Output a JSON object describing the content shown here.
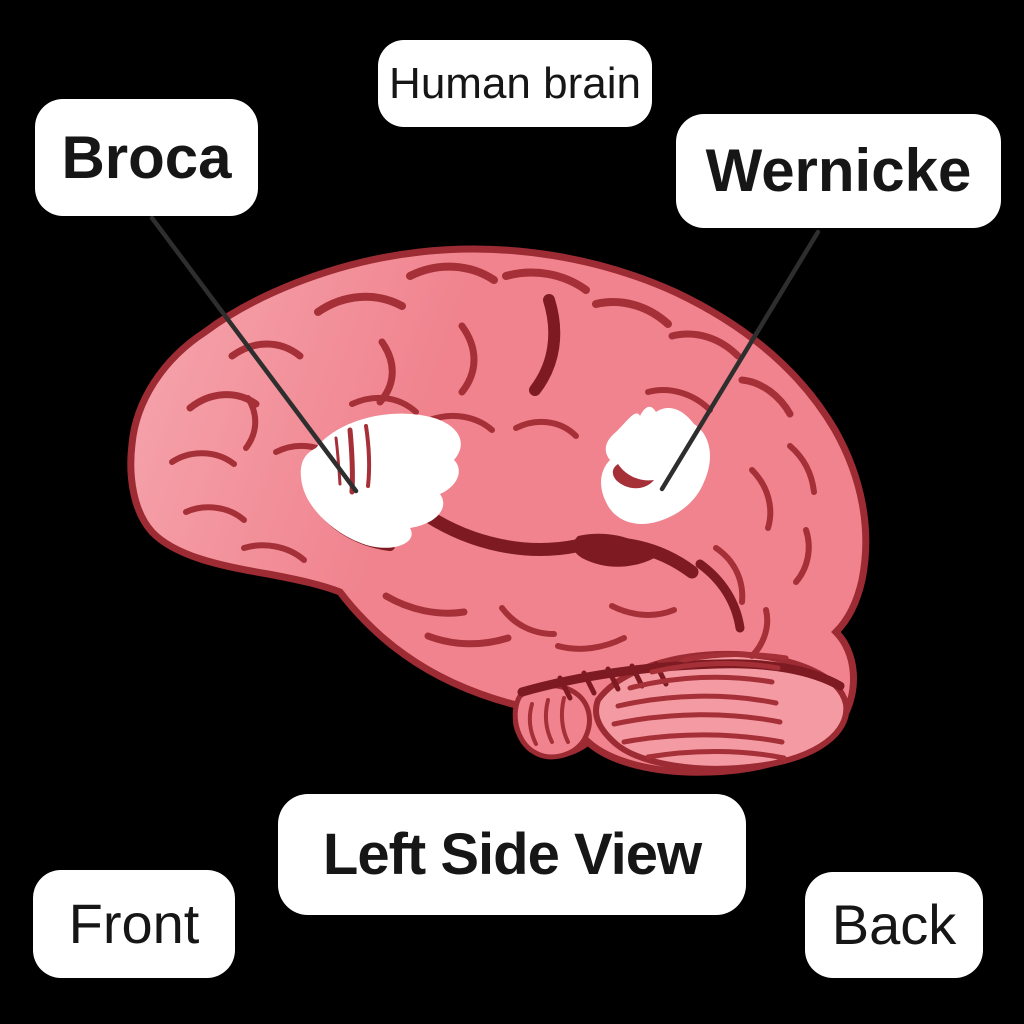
{
  "diagram": {
    "title": "Human brain",
    "caption": "Left Side View",
    "orientation_labels": {
      "front": "Front",
      "back": "Back"
    },
    "regions": [
      {
        "name": "Broca"
      },
      {
        "name": "Wernicke"
      }
    ]
  },
  "colors": {
    "background": "#000000",
    "label_bg": "#ffffff",
    "label_text": "#161616",
    "brain_pink": "#F0838E",
    "brain_pink_light": "#F6A7AF",
    "cerebellum_pink": "#F49AA3",
    "outline_red": "#9C2B33",
    "sulci_red": "#A53038",
    "sulci_dark": "#7E1A21",
    "area_white": "#ffffff",
    "pointer_line": "#2E2E2E"
  }
}
